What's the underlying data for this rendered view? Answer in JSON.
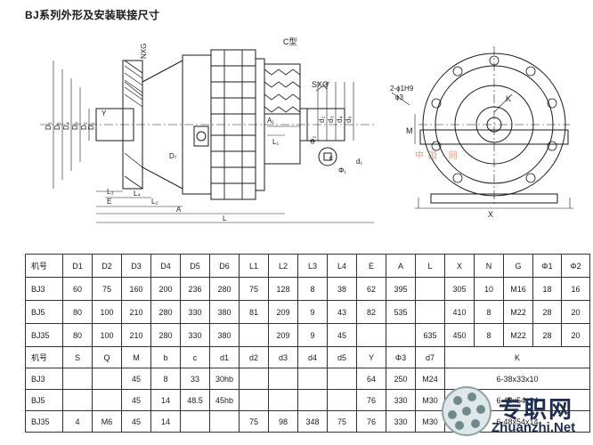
{
  "title": "BJ系列外形及安装联接尺寸",
  "drawing": {
    "labels": {
      "NXG": "NXG",
      "C_type": "C型",
      "SXQ": "SXQ",
      "D1": "D₁",
      "D2": "D₂",
      "D3": "D₃",
      "D4": "D₄",
      "D5": "D₅",
      "D6": "D₆",
      "D7": "D₇",
      "d1": "d₁",
      "d2": "d₂",
      "d3": "d₃",
      "d4": "d₄",
      "d5": "d₅",
      "Y": "Y",
      "L1": "L₁",
      "L2": "L₂",
      "L3": "L₃",
      "L4": "L₄",
      "A1": "A₁",
      "E": "E",
      "A": "A",
      "L": "L",
      "Phi2": "Φ₂",
      "Phi1": "Φ₁",
      "hole": "2-ϕ1H9",
      "phi3": "ϕ3",
      "K": "K",
      "M": "M",
      "X": "X",
      "c": "c"
    }
  },
  "table": {
    "upper_header": [
      "机号",
      "D1",
      "D2",
      "D3",
      "D4",
      "D5",
      "D6",
      "L1",
      "L2",
      "L3",
      "L4",
      "E",
      "A",
      "L",
      "X",
      "N",
      "G",
      "Φ1",
      "Φ2"
    ],
    "upper_rows": [
      [
        "BJ3",
        "60",
        "75",
        "160",
        "200",
        "236",
        "280",
        "75",
        "128",
        "8",
        "38",
        "62",
        "395",
        "",
        "305",
        "10",
        "M16",
        "18",
        "16"
      ],
      [
        "BJ5",
        "80",
        "100",
        "210",
        "280",
        "330",
        "380",
        "81",
        "209",
        "9",
        "43",
        "82",
        "535",
        "",
        "410",
        "8",
        "M22",
        "28",
        "20"
      ],
      [
        "BJ35",
        "80",
        "100",
        "210",
        "280",
        "330",
        "380",
        "",
        "209",
        "9",
        "45",
        "",
        "",
        "635",
        "450",
        "8",
        "M22",
        "28",
        "20"
      ]
    ],
    "lower_header": [
      "机号",
      "S",
      "Q",
      "M",
      "b",
      "c",
      "d1",
      "d2",
      "d3",
      "d4",
      "d5",
      "Y",
      "Φ3",
      "d7",
      "K"
    ],
    "lower_rows": [
      [
        "BJ3",
        "",
        "",
        "45",
        "8",
        "33",
        "30hb",
        "",
        "",
        "",
        "",
        "64",
        "250",
        "M24",
        "6-38x33x10"
      ],
      [
        "BJ5",
        "",
        "",
        "45",
        "14",
        "48.5",
        "45hb",
        "",
        "",
        "",
        "",
        "76",
        "330",
        "M30",
        "6-48x54x14"
      ],
      [
        "BJ35",
        "4",
        "M6",
        "45",
        "14",
        "",
        "",
        "75",
        "98",
        "348",
        "75",
        "76",
        "330",
        "M30",
        "6-48x54x14"
      ]
    ]
  },
  "watermark": {
    "brand": "专职网",
    "url": "Zhuanzhi.Net",
    "mid_text": "中 国 · 网"
  }
}
